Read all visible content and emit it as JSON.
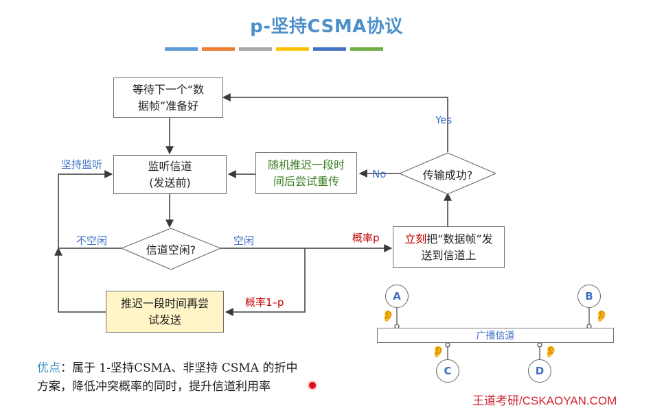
{
  "title": "p-坚持CSMA协议",
  "accent_bars": [
    "#5b9bd5",
    "#ed7d31",
    "#a5a5a5",
    "#ffc000",
    "#4472c4",
    "#70ad47"
  ],
  "flow": {
    "wait_box": [
      "等待下一个“数",
      "据帧”准备好"
    ],
    "listen_box": [
      "监听信道",
      "(发送前)"
    ],
    "idle_question": "信道空闲?",
    "delay_box": [
      "推迟一段时间再尝",
      "试发送"
    ],
    "send_box": {
      "prefix": "立刻",
      "rest": "把“数据帧”发",
      "line2": "送到信道上"
    },
    "success_question": "传输成功?",
    "retry_box": [
      "随机推迟一段时",
      "间后尝试重传"
    ],
    "label_persist": "坚持监听",
    "label_busy": "不空闲",
    "label_idle": "空闲",
    "label_prob_p": "概率p",
    "label_prob_1p": "概率1–p",
    "label_yes": "Yes",
    "label_no": "No"
  },
  "network": {
    "nodes": [
      "A",
      "B",
      "C",
      "D"
    ],
    "channel": "广播信道"
  },
  "note": {
    "prefix": "优点",
    "line1": "：属于 1-坚持CSMA、非坚持 CSMA 的折中",
    "line2": "方案，降低冲突概率的同时，提升信道利用率"
  },
  "footer": "王道考研/CSKAOYAN.COM"
}
